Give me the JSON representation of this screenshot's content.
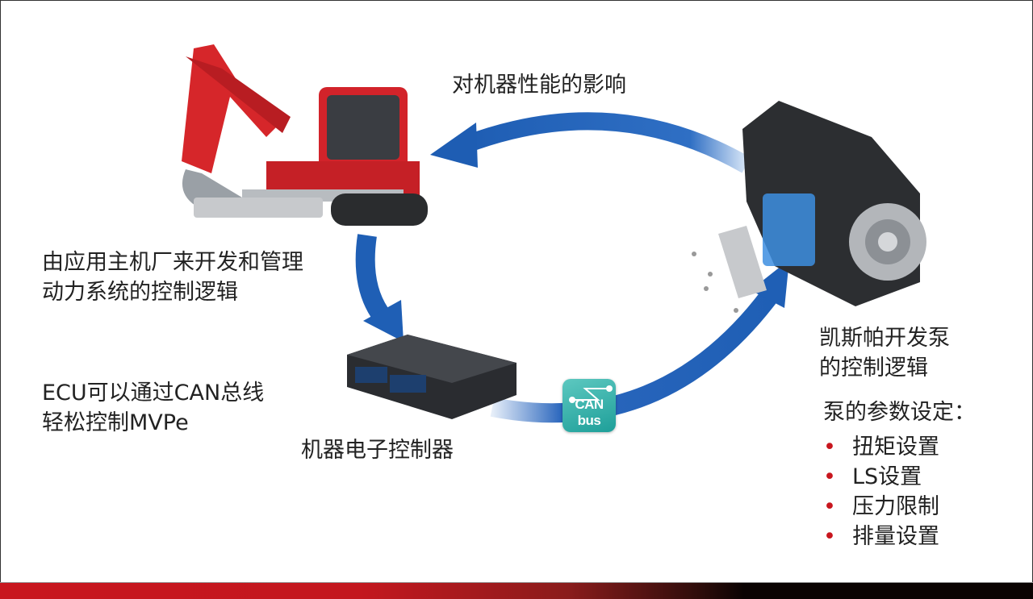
{
  "labels": {
    "feedback": "对机器性能的影响",
    "oem_line1": "由应用主机厂来开发和管理",
    "oem_line2": "动力系统的控制逻辑",
    "ecu_can_line1": "ECU可以通过CAN总线",
    "ecu_can_line2": "轻松控制MVPe",
    "ecu_caption": "机器电子控制器",
    "pump_line1": "凯斯帕开发泵",
    "pump_line2": "的控制逻辑",
    "params_title": "泵的参数设定："
  },
  "can_bus": {
    "label": "CAN bus"
  },
  "params": [
    {
      "label": "扭矩设置"
    },
    {
      "label": "LS设置"
    },
    {
      "label": "压力限制"
    },
    {
      "label": "排量设置"
    }
  ],
  "colors": {
    "accent_red": "#c8161e",
    "arrow_blue": "#1f5fb5",
    "can_teal": "#2aaaa3"
  }
}
